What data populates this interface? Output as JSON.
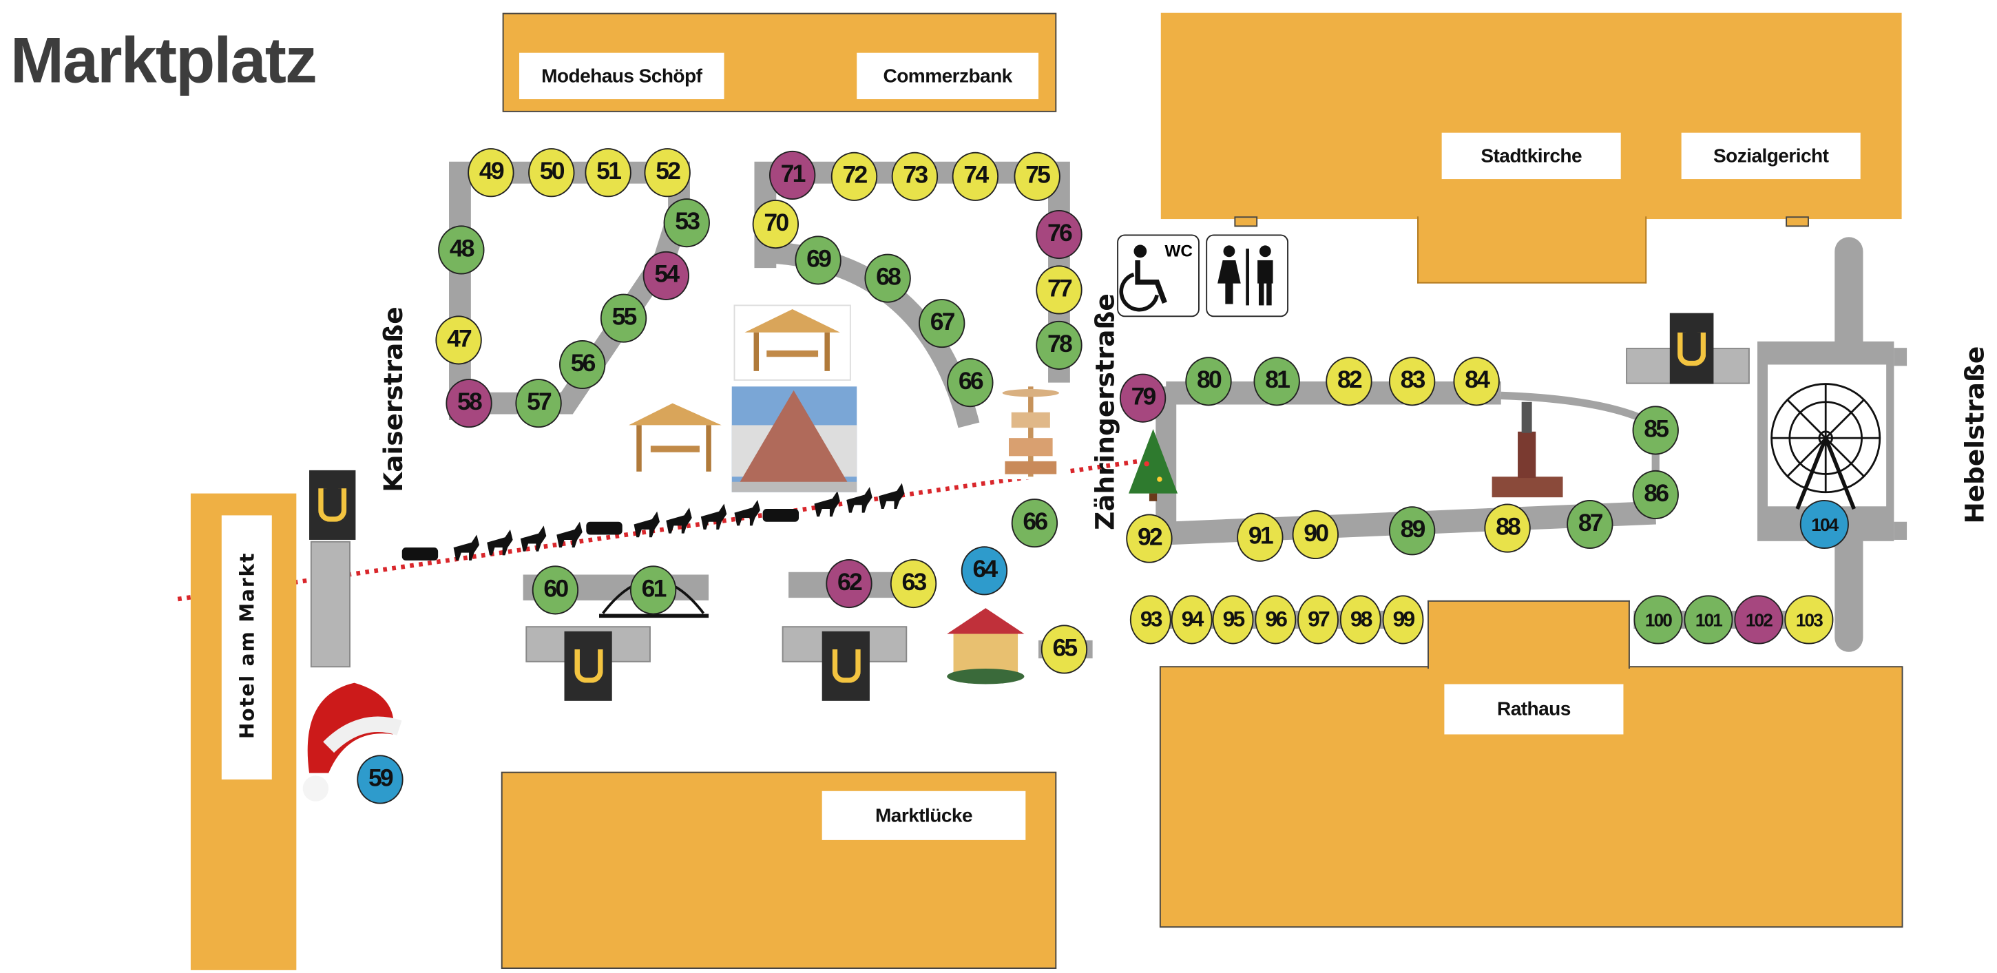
{
  "title": "Marktplatz",
  "buildings": {
    "modehaus": "Modehaus Schöpf",
    "commerzbank": "Commerzbank",
    "stadtkirche": "Stadtkirche",
    "sozialgericht": "Sozialgericht",
    "hotel": "Hotel am Markt",
    "marktluecke": "Marktlücke",
    "rathaus": "Rathaus"
  },
  "streets": {
    "kaiser": "Kaiserstraße",
    "zaehringer": "Zähringerstraße",
    "hebel": "Hebelstraße"
  },
  "wc": {
    "label": "WC"
  },
  "colors": {
    "building": "#efb044",
    "path": "#a3a3a3",
    "yellow": "#e8e24a",
    "green": "#77b55e",
    "purple": "#a6477f",
    "blue": "#2e9bcc",
    "route": "#d9262b"
  },
  "stalls": [
    {
      "number": "47",
      "category": "yellow"
    },
    {
      "number": "48",
      "category": "green"
    },
    {
      "number": "49",
      "category": "yellow"
    },
    {
      "number": "50",
      "category": "yellow"
    },
    {
      "number": "51",
      "category": "yellow"
    },
    {
      "number": "52",
      "category": "yellow"
    },
    {
      "number": "53",
      "category": "green"
    },
    {
      "number": "54",
      "category": "purple"
    },
    {
      "number": "55",
      "category": "green"
    },
    {
      "number": "56",
      "category": "green"
    },
    {
      "number": "57",
      "category": "green"
    },
    {
      "number": "58",
      "category": "purple"
    },
    {
      "number": "59",
      "category": "blue"
    },
    {
      "number": "60",
      "category": "green"
    },
    {
      "number": "61",
      "category": "green"
    },
    {
      "number": "62",
      "category": "purple"
    },
    {
      "number": "63",
      "category": "yellow"
    },
    {
      "number": "64",
      "category": "blue"
    },
    {
      "number": "65",
      "category": "yellow"
    },
    {
      "number": "66",
      "category": "green"
    },
    {
      "number": "66",
      "category": "green"
    },
    {
      "number": "67",
      "category": "green"
    },
    {
      "number": "68",
      "category": "green"
    },
    {
      "number": "69",
      "category": "green"
    },
    {
      "number": "70",
      "category": "yellow"
    },
    {
      "number": "71",
      "category": "purple"
    },
    {
      "number": "72",
      "category": "yellow"
    },
    {
      "number": "73",
      "category": "yellow"
    },
    {
      "number": "74",
      "category": "yellow"
    },
    {
      "number": "75",
      "category": "yellow"
    },
    {
      "number": "76",
      "category": "purple"
    },
    {
      "number": "77",
      "category": "yellow"
    },
    {
      "number": "78",
      "category": "green"
    },
    {
      "number": "79",
      "category": "purple"
    },
    {
      "number": "80",
      "category": "green"
    },
    {
      "number": "81",
      "category": "green"
    },
    {
      "number": "82",
      "category": "yellow"
    },
    {
      "number": "83",
      "category": "yellow"
    },
    {
      "number": "84",
      "category": "yellow"
    },
    {
      "number": "85",
      "category": "green"
    },
    {
      "number": "86",
      "category": "green"
    },
    {
      "number": "87",
      "category": "green"
    },
    {
      "number": "88",
      "category": "yellow"
    },
    {
      "number": "89",
      "category": "green"
    },
    {
      "number": "90",
      "category": "yellow"
    },
    {
      "number": "91",
      "category": "yellow"
    },
    {
      "number": "92",
      "category": "yellow"
    },
    {
      "number": "93",
      "category": "yellow"
    },
    {
      "number": "94",
      "category": "yellow"
    },
    {
      "number": "95",
      "category": "yellow"
    },
    {
      "number": "96",
      "category": "yellow"
    },
    {
      "number": "97",
      "category": "yellow"
    },
    {
      "number": "98",
      "category": "yellow"
    },
    {
      "number": "99",
      "category": "yellow"
    },
    {
      "number": "100",
      "category": "green"
    },
    {
      "number": "101",
      "category": "green"
    },
    {
      "number": "102",
      "category": "purple"
    },
    {
      "number": "103",
      "category": "yellow"
    },
    {
      "number": "104",
      "category": "blue"
    }
  ]
}
